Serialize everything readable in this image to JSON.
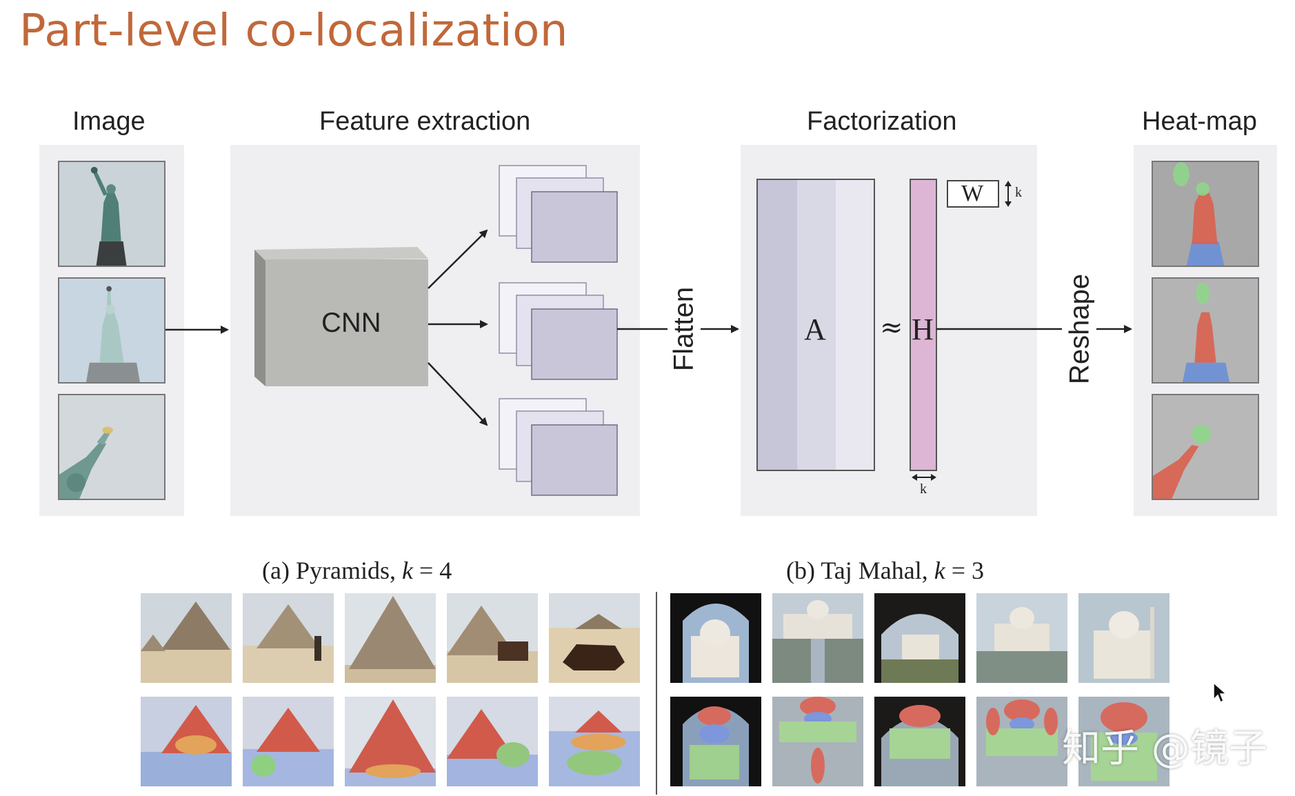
{
  "slide": {
    "title": "Part-level co-localization"
  },
  "pipeline": {
    "image_label": "Image",
    "feature_label": "Feature extraction",
    "factorization_label": "Factorization",
    "heatmap_label": "Heat-map",
    "cnn_label": "CNN",
    "flatten_label": "Flatten",
    "reshape_label": "Reshape",
    "matrix_a": "A",
    "approx": "≈",
    "matrix_h": "H",
    "matrix_w": "W",
    "dim_k_w": "k",
    "dim_k_h": "k"
  },
  "examples": {
    "left_caption_prefix": "(a) Pyramids, ",
    "left_caption_var": "k",
    "left_caption_suffix": " = 4",
    "right_caption_prefix": "(b) Taj Mahal, ",
    "right_caption_var": "k",
    "right_caption_suffix": " = 3"
  },
  "watermark": "知乎 @镜子"
}
